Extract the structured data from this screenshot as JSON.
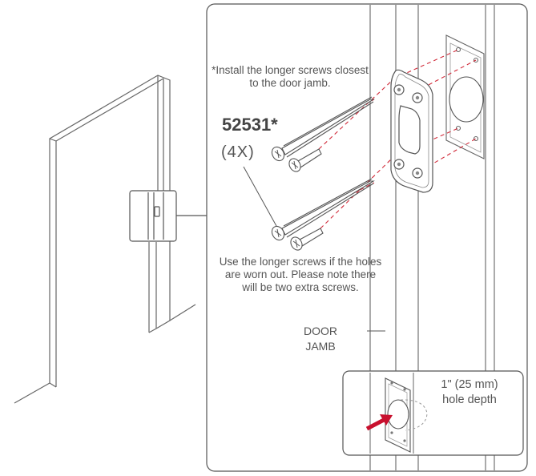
{
  "notes": {
    "install_longer": "*Install the longer screws closest to the door jamb.",
    "worn_out": "Use the longer screws if the holes are worn out. Please note there will be two extra screws."
  },
  "part": {
    "number": "52531*",
    "quantity": "(4X)"
  },
  "labels": {
    "jamb_line1": "DOOR",
    "jamb_line2": "JAMB"
  },
  "inset": {
    "depth_line1": "1\" (25 mm)",
    "depth_line2": "hole depth"
  },
  "colors": {
    "line": "#555555",
    "light_line": "#9a9a9a",
    "guide_red": "#d12b3a",
    "arrow_red": "#c8102e"
  }
}
